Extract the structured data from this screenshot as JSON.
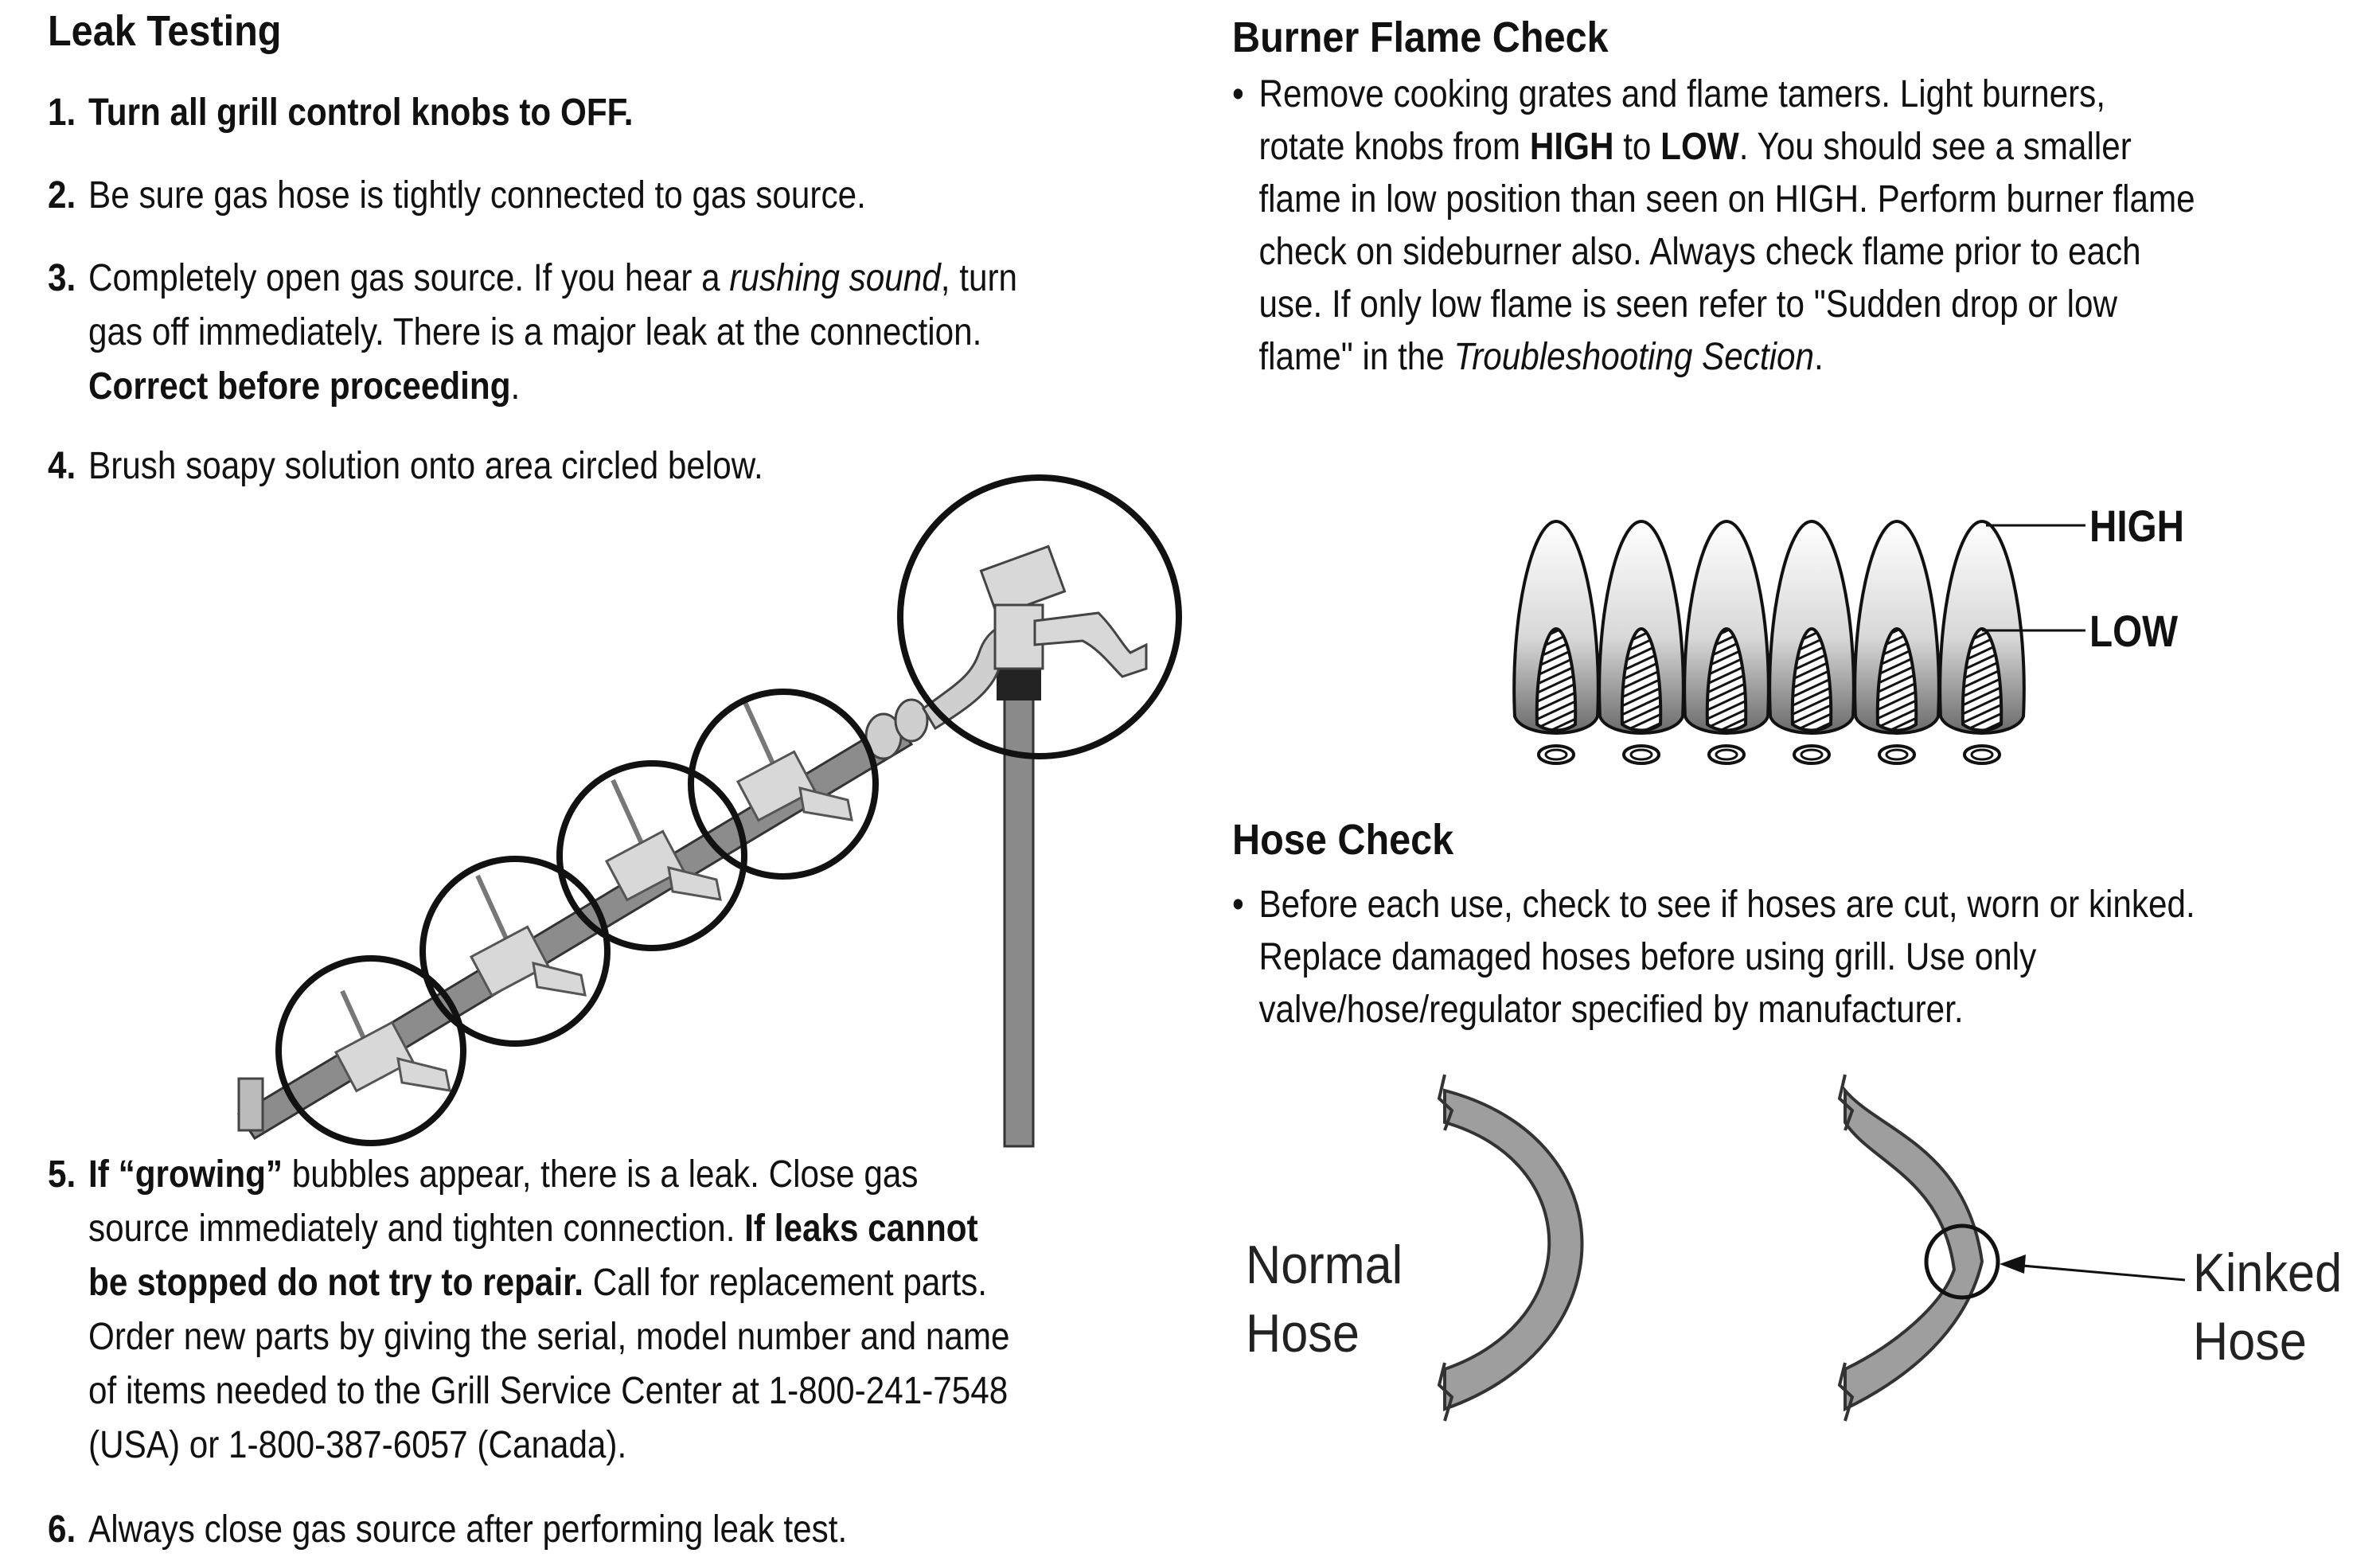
{
  "leak": {
    "title": "Leak Testing",
    "s1": {
      "num": "1.",
      "l1": "Turn all grill control knobs to OFF."
    },
    "s2": {
      "num": "2.",
      "l1": "Be sure gas hose is tightly connected to gas source."
    },
    "s3": {
      "num": "3.",
      "l1a": "Completely open gas source. If you hear a ",
      "l1b": "rushing sound",
      "l1c": ", turn",
      "l2": "gas off immediately. There is a major leak at the connection.",
      "l3a": "Correct before proceeding",
      "l3b": "."
    },
    "s4": {
      "num": "4.",
      "l1": "Brush soapy solution onto area circled below."
    },
    "s5": {
      "num": "5.",
      "l1a": "If “growing”",
      "l1b": " bubbles appear, there is a leak. Close gas",
      "l2a": "source immediately and tighten connection. ",
      "l2b": "If leaks cannot",
      "l3a": "be stopped do not try to repair.",
      "l3b": " Call for replacement parts.",
      "l4": "Order new parts by giving the serial, model number and name",
      "l5": "of items needed to the Grill Service Center at 1-800-241-7548",
      "l6": "(USA) or 1-800-387-6057 (Canada)."
    },
    "s6": {
      "num": "6.",
      "l1": "Always close gas source after performing leak test."
    }
  },
  "burner": {
    "title": "Burner Flame Check",
    "bullet": "•",
    "l1": "Remove cooking grates and flame tamers.  Light burners,",
    "l2a": "rotate knobs from ",
    "l2b": "HIGH",
    "l2c": " to ",
    "l2d": "LOW",
    "l2e": ".  You should see a smaller",
    "l3": "flame in low position than seen on HIGH.  Perform burner flame",
    "l4": "check on sideburner also.  Always check flame prior to each",
    "l5": "use.  If only low flame is seen refer to \"Sudden drop or low",
    "l6a": "flame\" in the ",
    "l6b": "Troubleshooting Section",
    "l6c": ".",
    "label_high": "HIGH",
    "label_low": "LOW"
  },
  "hose": {
    "title": "Hose Check",
    "bullet": "•",
    "l1": "Before each use, check to see if hoses are cut, worn or kinked.",
    "l2": "Replace damaged hoses before using grill. Use only",
    "l3": "valve/hose/regulator specified by manufacturer.",
    "normal_l1": "Normal",
    "normal_l2": "Hose",
    "kinked_l1": "Kinked",
    "kinked_l2": "Hose"
  },
  "colors": {
    "text": "#111111",
    "hose_fill": "#9e9e9e",
    "pipe": "#7a7a7a"
  }
}
